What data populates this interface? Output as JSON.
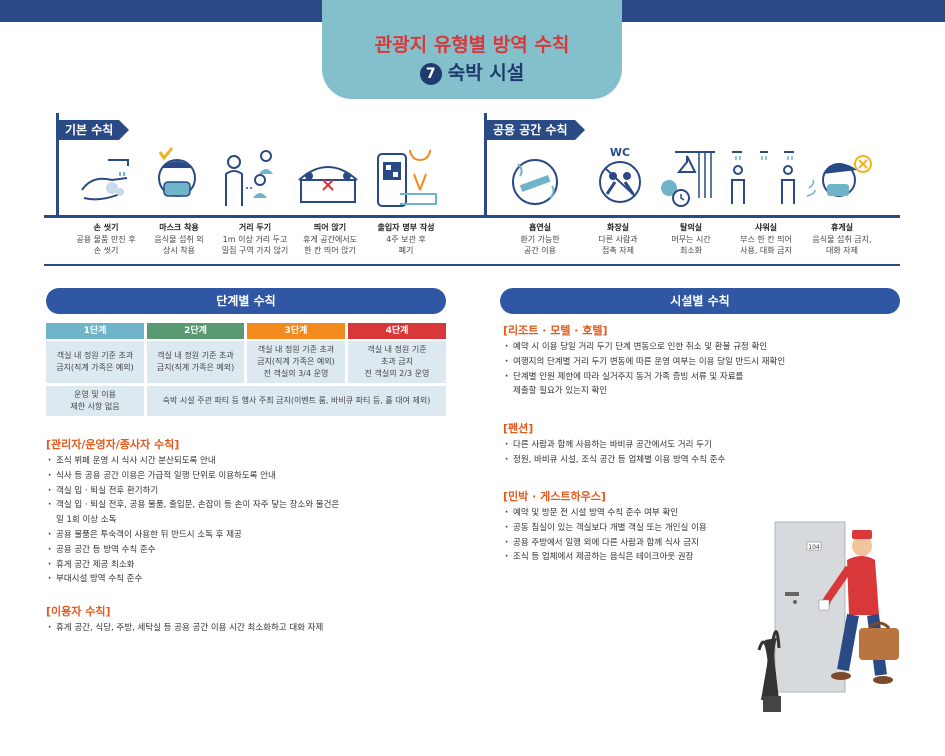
{
  "header": {
    "title": "관광지 유형별 방역 수칙",
    "number": "7",
    "subtitle": "숙박 시설"
  },
  "basic_rules": {
    "tag": "기본 수칙",
    "items": [
      {
        "title": "손 씻기",
        "desc1": "공용 물품 만진 후",
        "desc2": "손 씻기"
      },
      {
        "title": "마스크 착용",
        "desc1": "음식물 섭취 외",
        "desc2": "상시 착용"
      },
      {
        "title": "거리 두기",
        "desc1": "1m 이상 거리 두고",
        "desc2": "밀집 구역 가지 않기"
      },
      {
        "title": "띄어 앉기",
        "desc1": "휴게 공간에서도",
        "desc2": "한 칸 띄어 앉기"
      },
      {
        "title": "출입자 명부 작성",
        "desc1": "4주 보관 후",
        "desc2": "폐기"
      }
    ]
  },
  "common_space": {
    "tag": "공용 공간 수칙",
    "items": [
      {
        "title": "흡연실",
        "desc1": "환기 가능한",
        "desc2": "공간 이용"
      },
      {
        "title": "화장실",
        "desc1": "다른 사람과",
        "desc2": "접촉 자제"
      },
      {
        "title": "탈의실",
        "desc1": "머무는 시간",
        "desc2": "최소화"
      },
      {
        "title": "샤워실",
        "desc1": "부스 한 칸 띄어",
        "desc2": "사용, 대화 금지"
      },
      {
        "title": "휴게실",
        "desc1": "음식물 섭취 금지,",
        "desc2": "대화 자제"
      }
    ]
  },
  "stage_rules": {
    "header": "단계별 수칙",
    "stages": [
      "1단계",
      "2단계",
      "3단계",
      "4단계"
    ],
    "stage_colors": [
      "#6fb4c8",
      "#5a9a72",
      "#f28a1e",
      "#d9383b"
    ],
    "row1": [
      [
        "객실 내 정원 기준 초과",
        "금지(직계 가족은 예외)",
        ""
      ],
      [
        "객실 내 정원 기준 초과",
        "금지(직계 가족은 예외)",
        ""
      ],
      [
        "객실 내 정원 기준 초과",
        "금지(직계 가족은 예외)",
        "전 객실의 3/4 운영"
      ],
      [
        "객실 내 정원 기준",
        "초과 금지",
        "전 객실의 2/3 운영"
      ]
    ],
    "row2_first": [
      "운영 및 이용",
      "제한 사항 없음"
    ],
    "row2_rest": "숙박 시설 주관 파티 등 행사 주최 금지(이벤트 룸, 바비큐 파티 등, 홀 대여 제외)"
  },
  "manager_rules": {
    "title": "[관리자/운영자/종사자 수칙]",
    "items": [
      "조식 뷔페 운영 시 식사 시간 분산되도록 안내",
      "식사 등 공용 공간 이용은 가급적 일행 단위로 이용하도록 안내",
      "객실 입 · 퇴실 전후 환기하기",
      "객실 입 · 퇴실 전후, 공용 물품, 출입문, 손잡이 등 손이 자주 닿는 장소와 물건은",
      "공용 물품은 투숙객이 사용한 뒤 반드시 소독 후 제공",
      "공용 공간 등 방역 수칙 준수",
      "휴게 공간 제공 최소화",
      "부대시설 방역 수칙 준수"
    ],
    "item4_cont": "일 1회 이상 소독"
  },
  "user_rules": {
    "title": "[이용자 수칙]",
    "items": [
      "휴게 공간, 식당, 주방, 세탁실 등 공용 공간 이용 시간 최소화하고 대화 자제"
    ]
  },
  "facility_rules": {
    "header": "시설별 수칙",
    "groups": [
      {
        "title": "[리조트 · 모텔 · 호텔]",
        "items": [
          "예약 시 이용 당일 거리 두기 단계 변동으로 인한 취소 및 환불 규정 확인",
          "여행지의 단계별 거리 두기 변동에 따른 운영 여부는 이용 당일 반드시 재확인",
          "단계별 인원 제한에 따라 실거주지 동거 가족 증빙 서류 및 자료를"
        ],
        "cont": "제출할 필요가 있는지 확인"
      },
      {
        "title": "[펜션]",
        "items": [
          "다른 사람과 함께 사용하는 바비큐 공간에서도 거리 두기",
          "정원, 바비큐 시설, 조식 공간 등 업체별 이용 방역 수칙 준수"
        ]
      },
      {
        "title": "[민박 · 게스트하우스]",
        "items": [
          "예약 및 방문 전 시설 방역 수칙 준수 여부 확인",
          "공동 침실이 있는 객실보다 개별 객실 또는 개인실 이용",
          "공용 주방에서 일행 외에 다른 사람과 함께 식사 금지",
          "조식 등 업체에서 제공하는 음식은 테이크아웃 권장"
        ]
      }
    ]
  },
  "illustration": {
    "door_label": "104"
  },
  "colors": {
    "navy": "#2a4a86",
    "accent_orange": "#e05a1e",
    "title_red": "#d9383b",
    "title_box": "#84c0cb"
  }
}
